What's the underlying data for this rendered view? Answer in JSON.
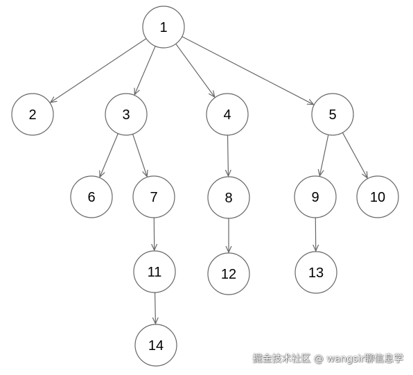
{
  "diagram": {
    "nodes": [
      {
        "id": "1",
        "label": "1"
      },
      {
        "id": "2",
        "label": "2"
      },
      {
        "id": "3",
        "label": "3"
      },
      {
        "id": "4",
        "label": "4"
      },
      {
        "id": "5",
        "label": "5"
      },
      {
        "id": "6",
        "label": "6"
      },
      {
        "id": "7",
        "label": "7"
      },
      {
        "id": "8",
        "label": "8"
      },
      {
        "id": "9",
        "label": "9"
      },
      {
        "id": "10",
        "label": "10"
      },
      {
        "id": "11",
        "label": "11"
      },
      {
        "id": "12",
        "label": "12"
      },
      {
        "id": "13",
        "label": "13"
      },
      {
        "id": "14",
        "label": "14"
      }
    ],
    "edges": [
      {
        "from": "1",
        "to": "2"
      },
      {
        "from": "1",
        "to": "3"
      },
      {
        "from": "1",
        "to": "4"
      },
      {
        "from": "1",
        "to": "5"
      },
      {
        "from": "3",
        "to": "6"
      },
      {
        "from": "3",
        "to": "7"
      },
      {
        "from": "4",
        "to": "8"
      },
      {
        "from": "5",
        "to": "9"
      },
      {
        "from": "5",
        "to": "10"
      },
      {
        "from": "7",
        "to": "11"
      },
      {
        "from": "8",
        "to": "12"
      },
      {
        "from": "9",
        "to": "13"
      },
      {
        "from": "11",
        "to": "14"
      }
    ],
    "stroke_color": "#666666",
    "fill_color": "#ffffff",
    "text_color": "#000000"
  },
  "watermark": {
    "text": "掘金技术社区 @ wangsir聊信息学"
  }
}
